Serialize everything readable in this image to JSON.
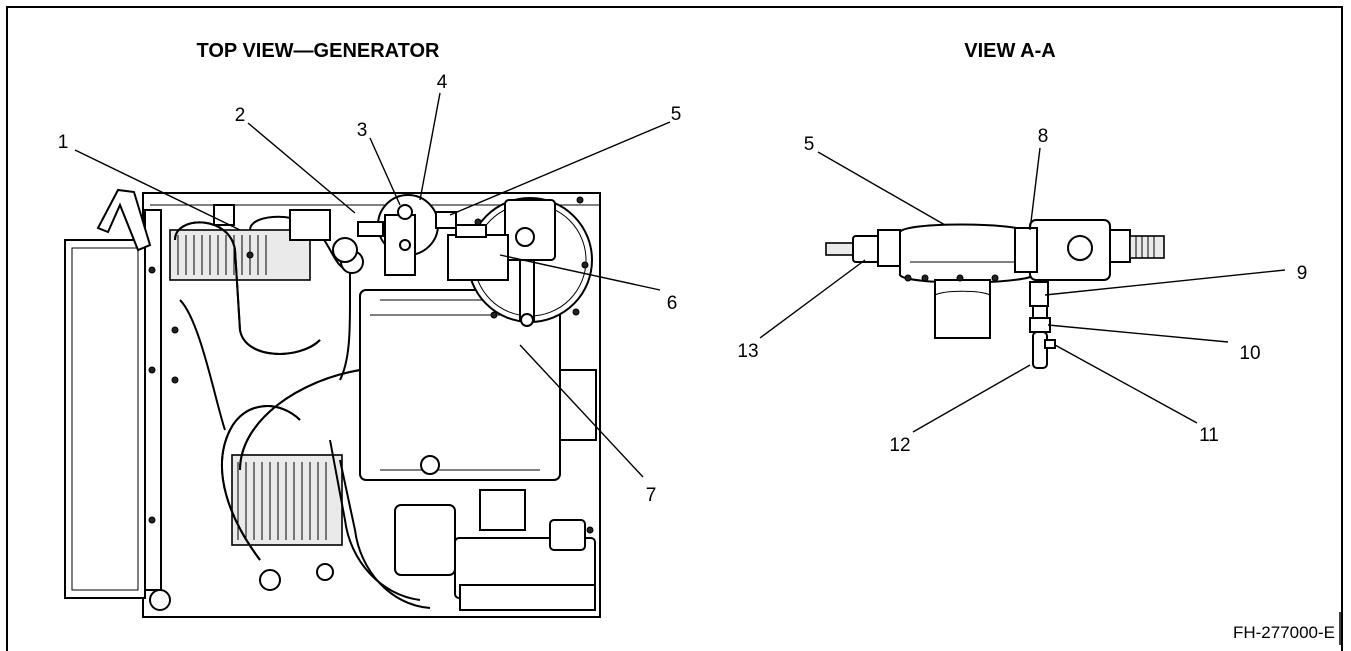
{
  "titles": {
    "left": "TOP VIEW—GENERATOR",
    "right": "VIEW A-A"
  },
  "figure_code": "FH-277000-E",
  "callouts": [
    "1",
    "2",
    "3",
    "4",
    "5",
    "6",
    "7",
    "5",
    "8",
    "9",
    "10",
    "11",
    "12",
    "13"
  ]
}
